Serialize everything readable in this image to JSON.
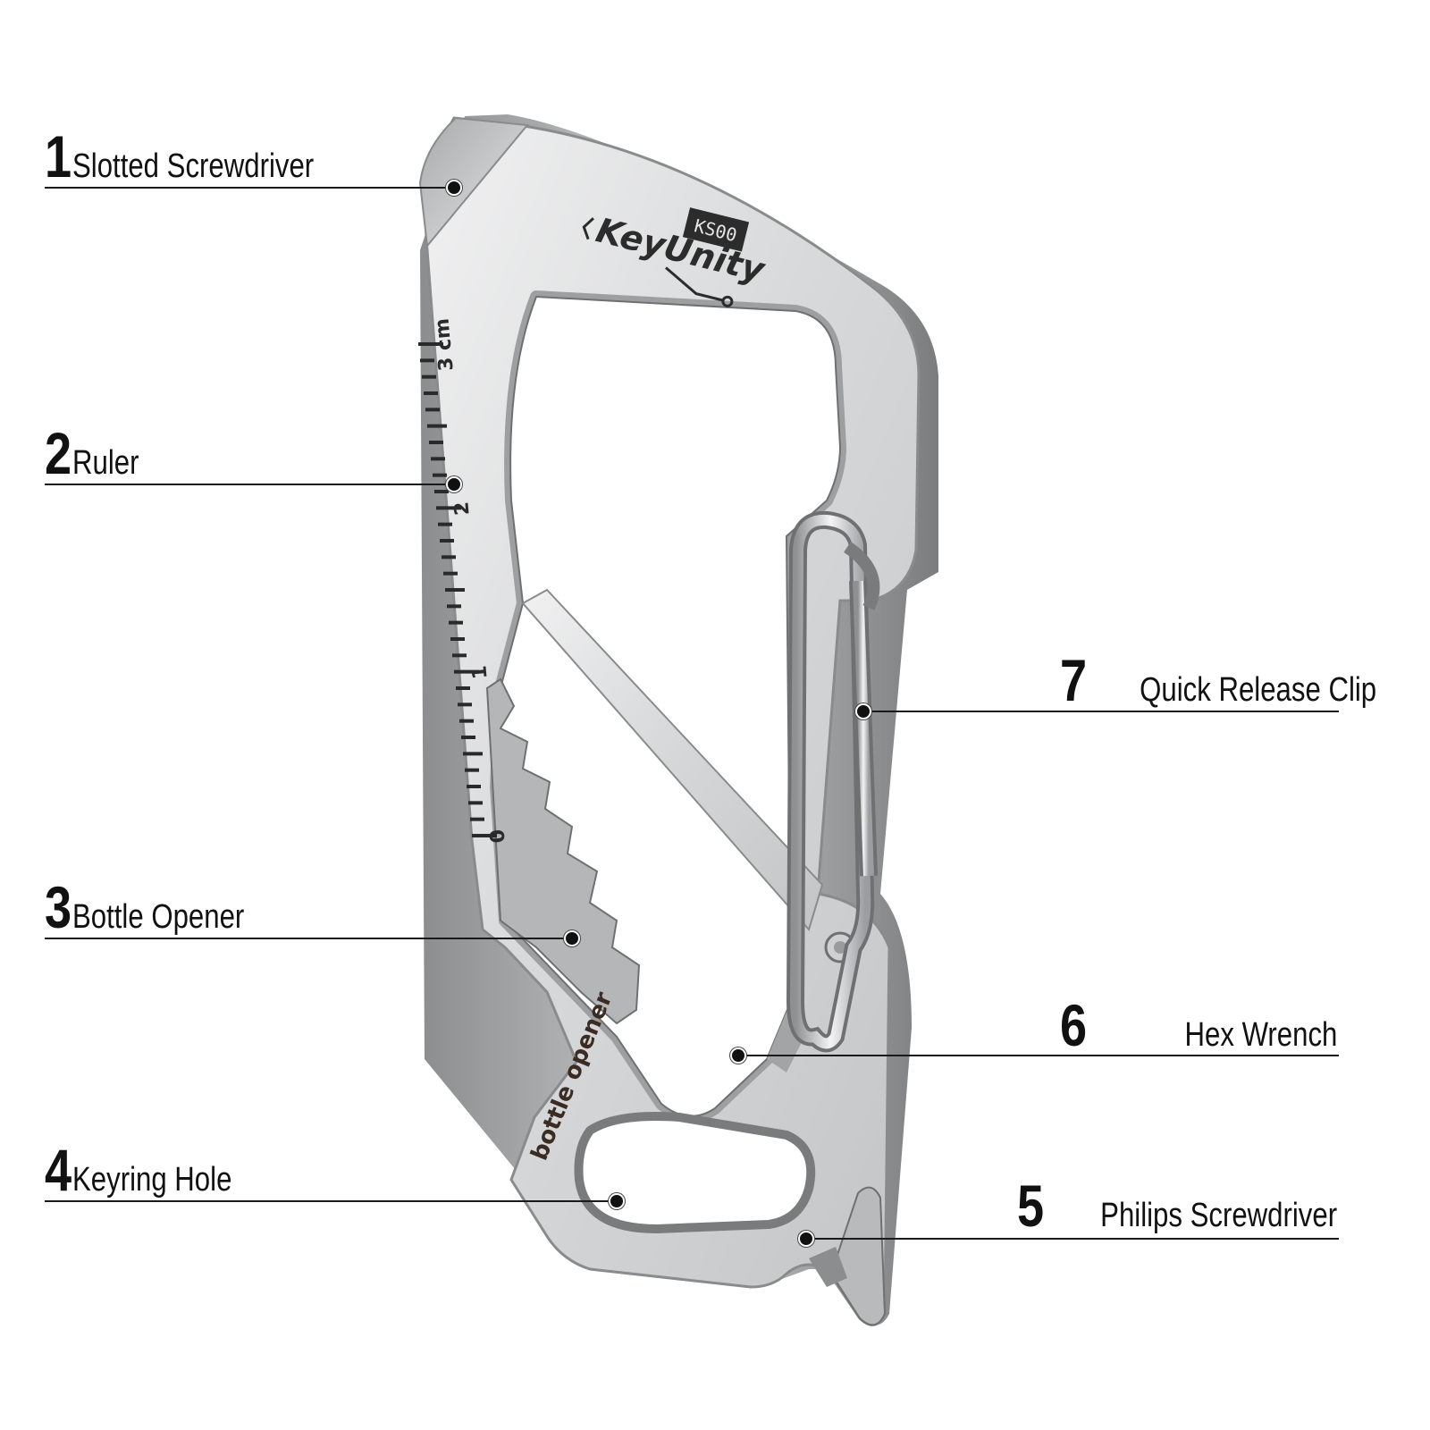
{
  "product": {
    "brand": "KeyUnity",
    "model": "KS00",
    "ruler_unit": "cm",
    "ruler_marks": [
      "0",
      "1",
      "2",
      "3"
    ],
    "engraving": "bottle opener",
    "colors": {
      "steel": "#d9dadb",
      "steel_light": "#eeeeef",
      "steel_dark": "#9a9b9d",
      "edge": "#7d7e80",
      "wire": "#c7c8ca"
    }
  },
  "callouts": [
    {
      "number": "1",
      "label": "Slotted Screwdriver"
    },
    {
      "number": "2",
      "label": "Ruler"
    },
    {
      "number": "3",
      "label": "Bottle Opener"
    },
    {
      "number": "4",
      "label": "Keyring Hole"
    },
    {
      "number": "5",
      "label": "Philips Screwdriver"
    },
    {
      "number": "6",
      "label": "Hex Wrench"
    },
    {
      "number": "7",
      "label": "Quick Release Clip"
    }
  ]
}
